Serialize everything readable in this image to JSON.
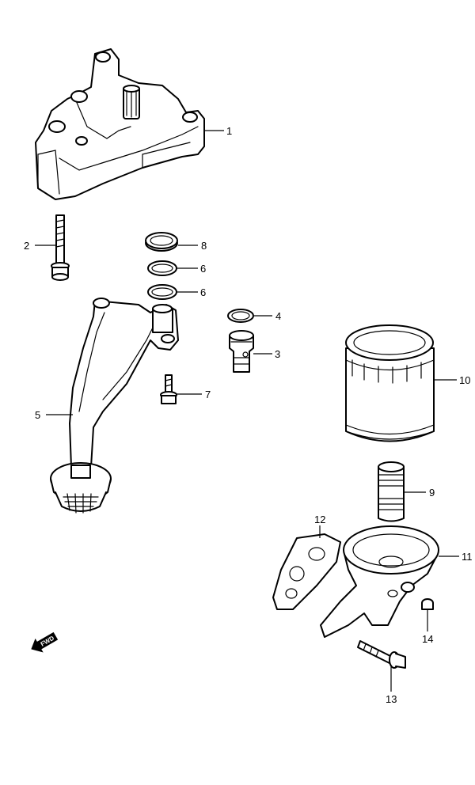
{
  "diagram": {
    "callouts": {
      "c1": "1",
      "c2": "2",
      "c3": "3",
      "c4": "4",
      "c5": "5",
      "c6a": "6",
      "c6b": "6",
      "c7": "7",
      "c8": "8",
      "c9": "9",
      "c10": "10",
      "c11": "11",
      "c12": "12",
      "c13": "13",
      "c14": "14"
    },
    "direction_badge": "FWD",
    "colors": {
      "line": "#000000",
      "background": "#ffffff"
    }
  }
}
